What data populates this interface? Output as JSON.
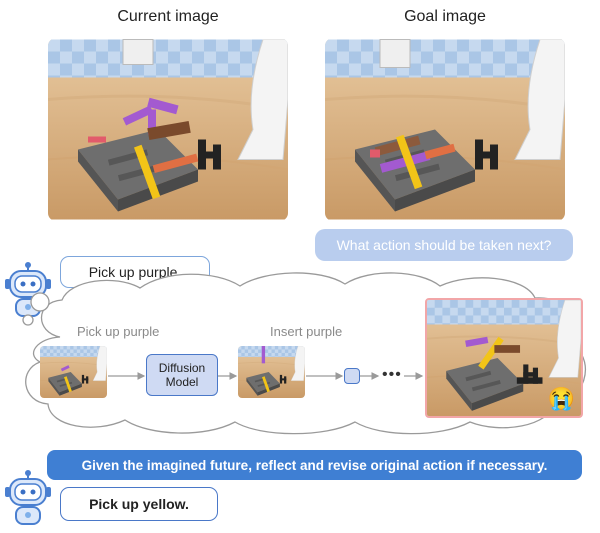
{
  "captions": {
    "current": "Current image",
    "goal": "Goal image"
  },
  "question": "What action should be taken next?",
  "first_answer": "Pick up purple.",
  "thought": {
    "step1_label": "Pick up purple",
    "model_line1": "Diffusion",
    "model_line2": "Model",
    "step2_label": "Insert purple",
    "ellipsis": "•••",
    "sad_emoji": "😭"
  },
  "reflection": "Given the imagined future, reflect and revise original action if necessary.",
  "revised_answer": "Pick up yellow."
}
